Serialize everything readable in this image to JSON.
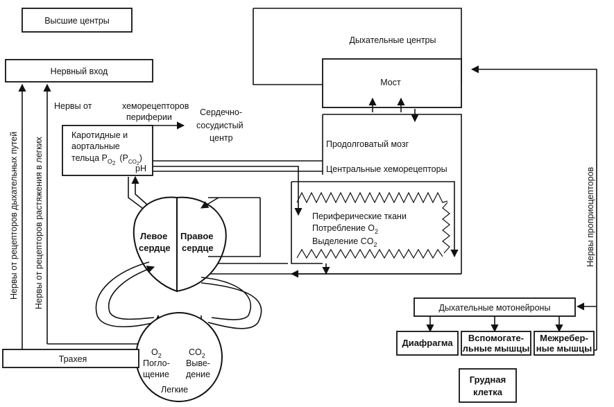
{
  "labels": {
    "higher_centers": "Высшие центры",
    "respiratory_centers": "Дыхательные центры",
    "pons": "Мост",
    "nerve_input": "Нервный вход",
    "nerves_from": "Нервы от",
    "chemo_periphery_1": "хеморецепторов",
    "chemo_periphery_2": "периферии",
    "cardio_1": "Сердечно-",
    "cardio_2": "сосудистый",
    "cardio_3": "центр",
    "carotid_1": "Каротидные и",
    "carotid_2": "аортальные",
    "carotid_3": "тельца P",
    "carotid_po2_sub": "O",
    "carotid_po2_num": "2",
    "carotid_pco2": "(P",
    "carotid_pco2_sub": "CO",
    "carotid_pco2_num": "2",
    "carotid_pco2_close": ")",
    "carotid_ph": "pH",
    "medulla": "Продолговатый мозг",
    "central_chemo": "Центральные хеморецепторы",
    "peripheral_tissue": "Периферические ткани",
    "o2_consumption": "Потребление O",
    "o2_consumption_num": "2",
    "co2_release": "Выделение CO",
    "co2_release_num": "2",
    "left_heart_1": "Левое",
    "left_heart_2": "сердце",
    "right_heart_1": "Правое",
    "right_heart_2": "сердце",
    "airway_nerves": "Нервы от рецепторов дыхательных путей",
    "stretch_nerves": "Нервы  от рецепторов растяжения в легких",
    "trachea": "Трахея",
    "lungs_o2": "O",
    "lungs_o2_num": "2",
    "lungs_uptake_1": "Погло-",
    "lungs_uptake_2": "щение",
    "lungs_co2": "CO",
    "lungs_co2_num": "2",
    "lungs_release_1": "Выве-",
    "lungs_release_2": "дение",
    "lungs": "Легкие",
    "proprio_nerves": "Нервы проприоцепторов",
    "resp_motoneurons": "Дыхательные мотонейроны",
    "diaphragm": "Диафрагма",
    "accessory_1": "Вспомогате-",
    "accessory_2": "льные мышцы",
    "intercostal_1": "Межребер-",
    "intercostal_2": "ные мышцы",
    "chest_1": "Грудная",
    "chest_2": "клетка"
  }
}
